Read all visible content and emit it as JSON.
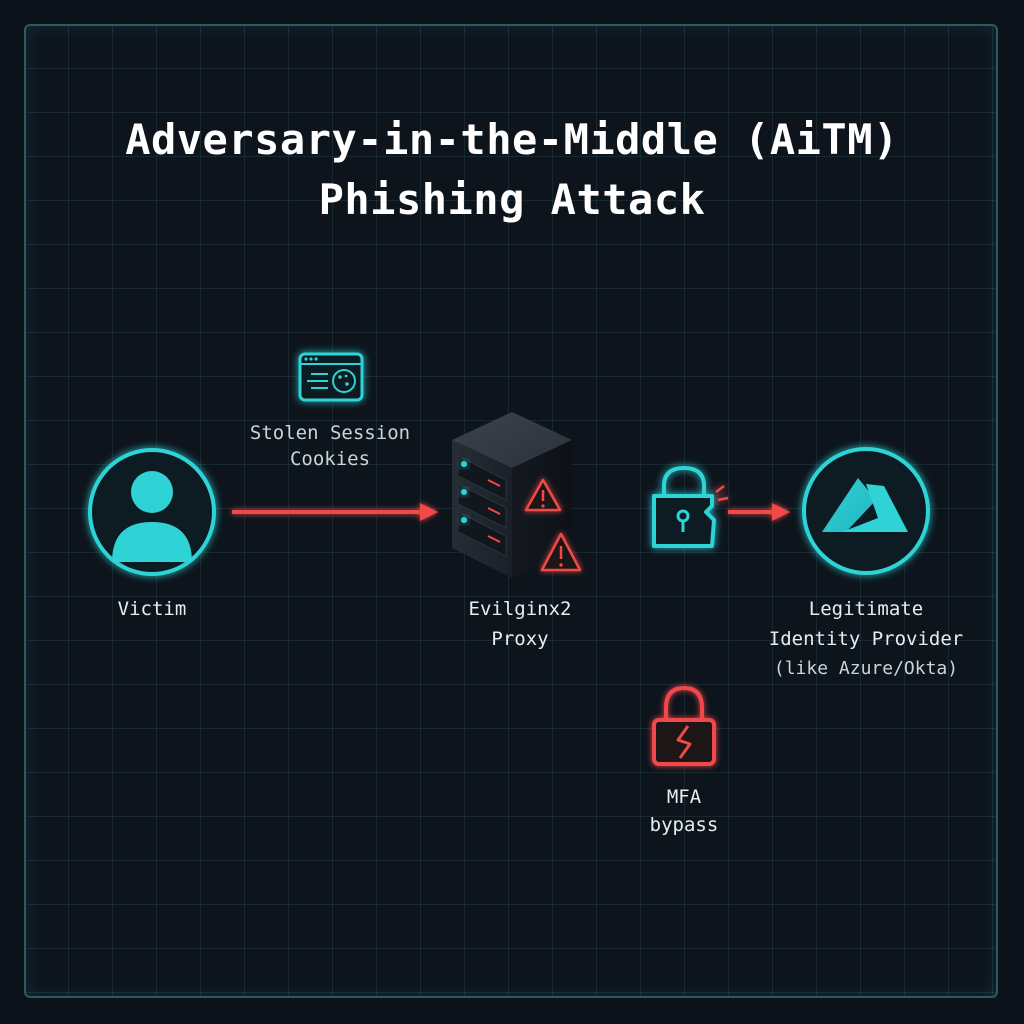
{
  "title": {
    "line1": "Adversary-in-the-Middle (AiTM)",
    "line2": "Phishing Attack"
  },
  "nodes": {
    "victim": {
      "label": "Victim"
    },
    "proxy": {
      "line1": "Evilginx2",
      "line2": "Proxy"
    },
    "idp": {
      "line1": "Legitimate",
      "line2": "Identity Provider",
      "line3": "(like Azure/Okta)"
    },
    "cookies": {
      "line1": "Stolen Session",
      "line2": "Cookies"
    },
    "mfa": {
      "line1": "MFA",
      "line2": "bypass"
    }
  },
  "colors": {
    "accent_cyan": "#2fd3d6",
    "alert_red": "#f04848",
    "background": "#0d141c",
    "grid": "#406e78"
  },
  "icons": [
    "user-icon",
    "browser-cookie-icon",
    "server-rack-icon",
    "warning-icon",
    "broken-lock-icon",
    "azure-logo-icon"
  ]
}
